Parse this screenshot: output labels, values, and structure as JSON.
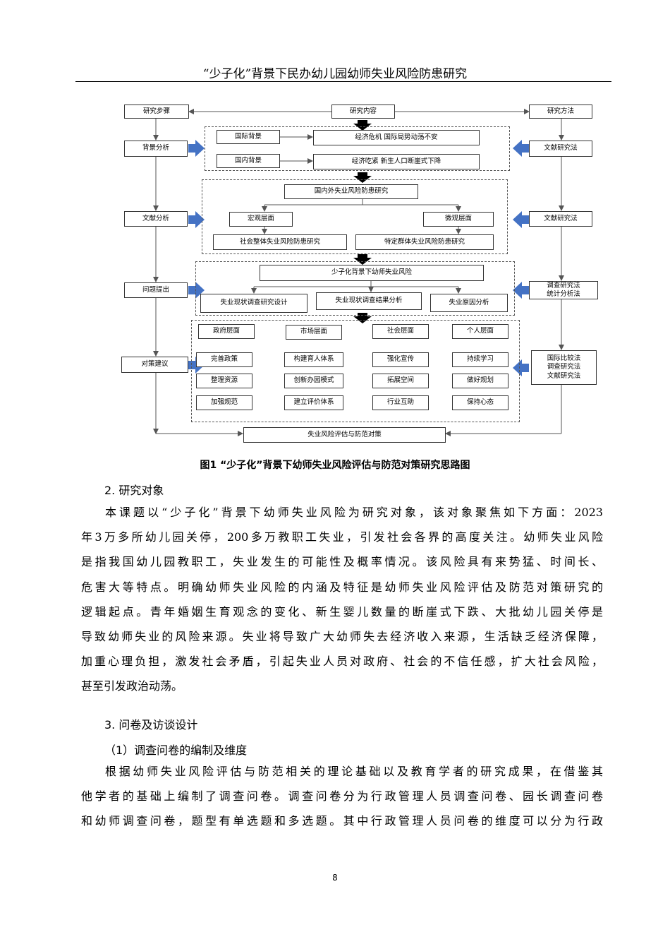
{
  "header": {
    "title": "“少子化”背景下民办幼儿园幼师失业风险防患研究"
  },
  "diagram": {
    "top_left": "研究步骤",
    "top_center": "研究内容",
    "top_right": "研究方法",
    "steps": [
      "背景分析",
      "文献分析",
      "问题提出",
      "对策建议"
    ],
    "methods": [
      "文献研究法",
      "文献研究法",
      "调查研究法\n统计分析法",
      "国际比较法\n调查研究法\n文献研究法"
    ],
    "background": {
      "intl": "国际背景",
      "intl_desc": "经济危机  国际局势动荡不安",
      "domestic": "国内背景",
      "domestic_desc": "经济吃紧  新生人口断崖式下降"
    },
    "literature": {
      "title": "国内外失业风险防患研究",
      "macro": "宏观层面",
      "micro": "微观层面",
      "macro_desc": "社会整体失业风险防患研究",
      "micro_desc": "特定群体失业风险防患研究"
    },
    "problem": {
      "title": "少子化背景下幼师失业风险",
      "items": [
        "失业现状调查研究设计",
        "失业现状调查结果分析",
        "失业原因分析"
      ]
    },
    "countermeasures": {
      "levels": [
        "政府层面",
        "市场层面",
        "社会层面",
        "个人层面"
      ],
      "rows": [
        [
          "完善政策",
          "构建育人体系",
          "强化宣传",
          "持续学习"
        ],
        [
          "整理资源",
          "创新办园模式",
          "拓展空间",
          "做好规划"
        ],
        [
          "加强规范",
          "建立评价体系",
          "行业互助",
          "保持心态"
        ]
      ]
    },
    "final": "失业风险评估与防范对策"
  },
  "caption": "图1  “少子化”背景下幼师失业风险评估与防范对策研究思路图",
  "sections": {
    "s2_title": "2. 研究对象",
    "s2_lines": [
      "本课题以“少子化”背景下幼师失业风险为研究对象，该对象聚焦如下方面：2023",
      "年3万多所幼儿园关停，200多万教职工失业，引发社会各界的高度关注。幼师失业风险",
      "是指我国幼儿园教职工，失业发生的可能性及概率情况。该风险具有来势猛、时间长、",
      "危害大等特点。明确幼师失业风险的内涵及特征是幼师失业风险评估及防范对策研究的",
      "逻辑起点。青年婚姻生育观念的变化、新生婴儿数量的断崖式下跌、大批幼儿园关停是",
      "导致幼师失业的风险来源。失业将导致广大幼师失去经济收入来源，生活缺乏经济保障，",
      "加重心理负担，激发社会矛盾，引起失业人员对政府、社会的不信任感，扩大社会风险，",
      "甚至引发政治动荡。"
    ],
    "s3_title": "3. 问卷及访谈设计",
    "s3_1_title": "（1）调查问卷的编制及维度",
    "s3_lines": [
      "根据幼师失业风险评估与防范相关的理论基础以及教育学者的研究成果，在借鉴其",
      "他学者的基础上编制了调查问卷。调查问卷分为行政管理人员调查问卷、园长调查问卷",
      "和幼师调查问卷，题型有单选题和多选题。其中行政管理人员问卷的维度可以分为行政"
    ]
  },
  "page_number": "8",
  "colors": {
    "arrow_blue": "#4472c4",
    "line_gray": "#555555"
  }
}
